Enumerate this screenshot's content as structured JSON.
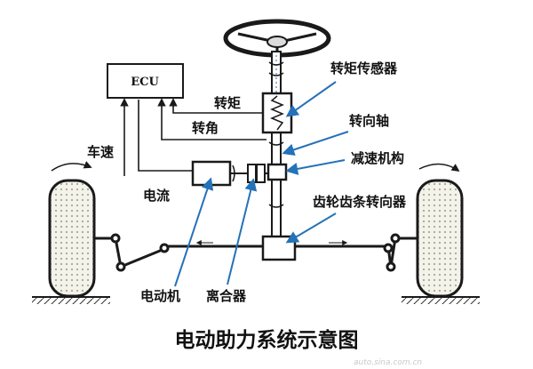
{
  "diagram": {
    "title": "电动助力系统示意图",
    "watermark": "auto.sina.com.cn",
    "ecu_label": "ECU",
    "labels": {
      "torque_sensor": "转矩传感器",
      "steering_shaft": "转向轴",
      "reducer": "减速机构",
      "rack_gear": "齿轮齿条转向器",
      "torque": "转矩",
      "angle": "转角",
      "speed": "车速",
      "current": "电流",
      "motor": "电动机",
      "clutch": "离合器"
    },
    "colors": {
      "arrow": "#2472b8",
      "line": "#1a1a1a",
      "tire_fill": "#f2f2ea"
    }
  }
}
